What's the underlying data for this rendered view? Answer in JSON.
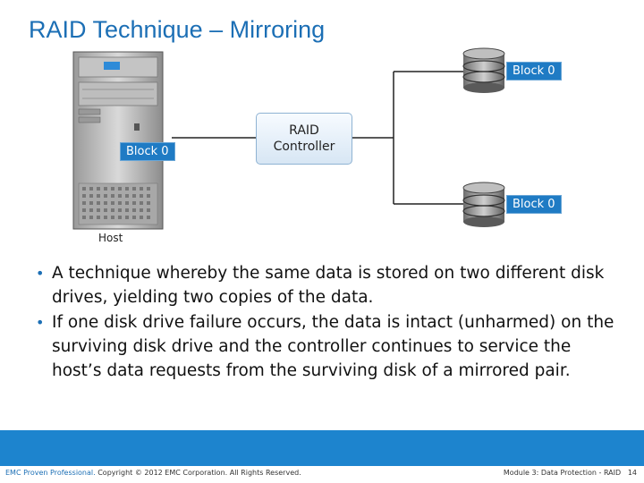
{
  "slide": {
    "title": "RAID Technique – Mirroring"
  },
  "diagram": {
    "host_label": "Host",
    "host_block_label": "Block 0",
    "controller_label_line1": "RAID",
    "controller_label_line2": "Controller",
    "disk_top_label": "Block 0",
    "disk_bottom_label": "Block 0"
  },
  "bullets": [
    "A technique whereby the same data is stored on two different disk drives, yielding two copies of the data.",
    "If one disk drive failure occurs, the data is intact (unharmed) on the surviving disk drive and the controller continues to service the host’s data requests from the surviving disk of a mirrored pair."
  ],
  "footer": {
    "brand": "EMC Proven Professional.",
    "copyright": " Copyright © 2012 EMC Corporation. All Rights Reserved.",
    "module": "Module 3: Data Protection - RAID",
    "page_number": "14"
  },
  "colors": {
    "title": "#1c6fb5",
    "footer_bar": "#1d84ce",
    "label_fill": "#1f7bc4"
  }
}
